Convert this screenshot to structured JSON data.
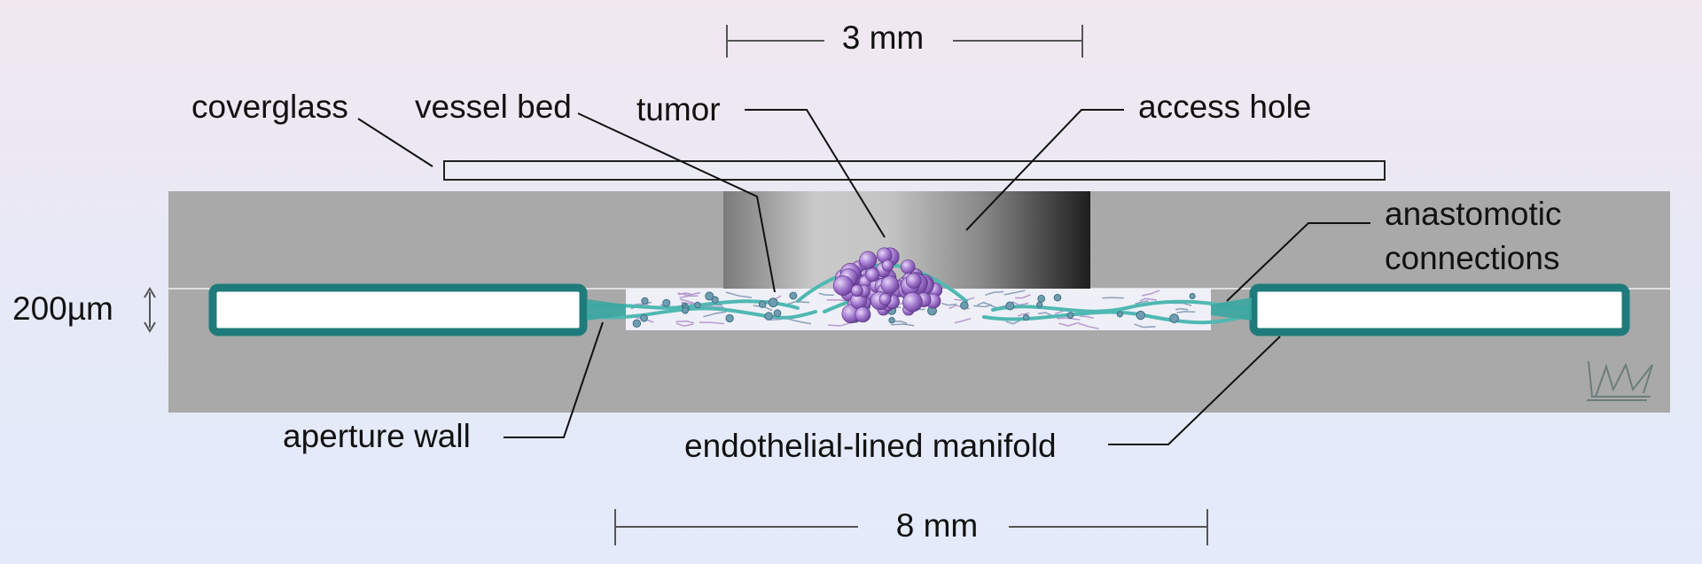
{
  "labels": {
    "dim_top": "3 mm",
    "dim_bottom": "8 mm",
    "coverglass": "coverglass",
    "vessel_bed": "vessel bed",
    "tumor": "tumor",
    "access_hole": "access hole",
    "anastomotic_1": "anastomotic",
    "anastomotic_2": "connections",
    "thickness": "200µm",
    "aperture_wall": "aperture wall",
    "manifold": "endothelial-lined manifold"
  },
  "colors": {
    "chip_body": "#a9a9a9",
    "channel_border": "#1f7b7b",
    "vessel": "#4fb8b2",
    "tumor": "#9b6dc7",
    "coverglass": "#ececf4",
    "leader": "#111111",
    "dimension": "#555555"
  },
  "icons": {
    "logo": "lab-logo-icon"
  }
}
